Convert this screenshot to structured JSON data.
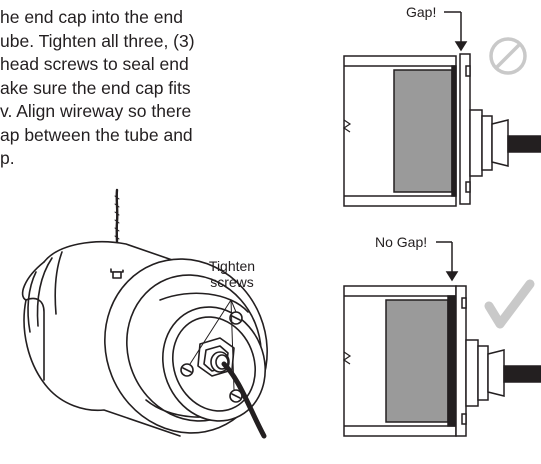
{
  "instructions": {
    "lines": [
      "he end cap into the end",
      "ube. Tighten all three, (3)",
      "head screws to seal end",
      "ake sure the end cap fits",
      "v. Align wireway so there",
      "ap between the tube and",
      "p."
    ]
  },
  "callouts": {
    "tighten_line1": "Tighten",
    "tighten_line2": "screws",
    "gap_top": "Gap!",
    "gap_bottom": "No Gap!"
  },
  "indicators": {
    "top": "prohibited-icon",
    "bottom": "checkmark-icon"
  },
  "colors": {
    "line": "#231f20",
    "housing_gray": "#9a9a9a",
    "indicator_gray": "#c9c9c9"
  }
}
